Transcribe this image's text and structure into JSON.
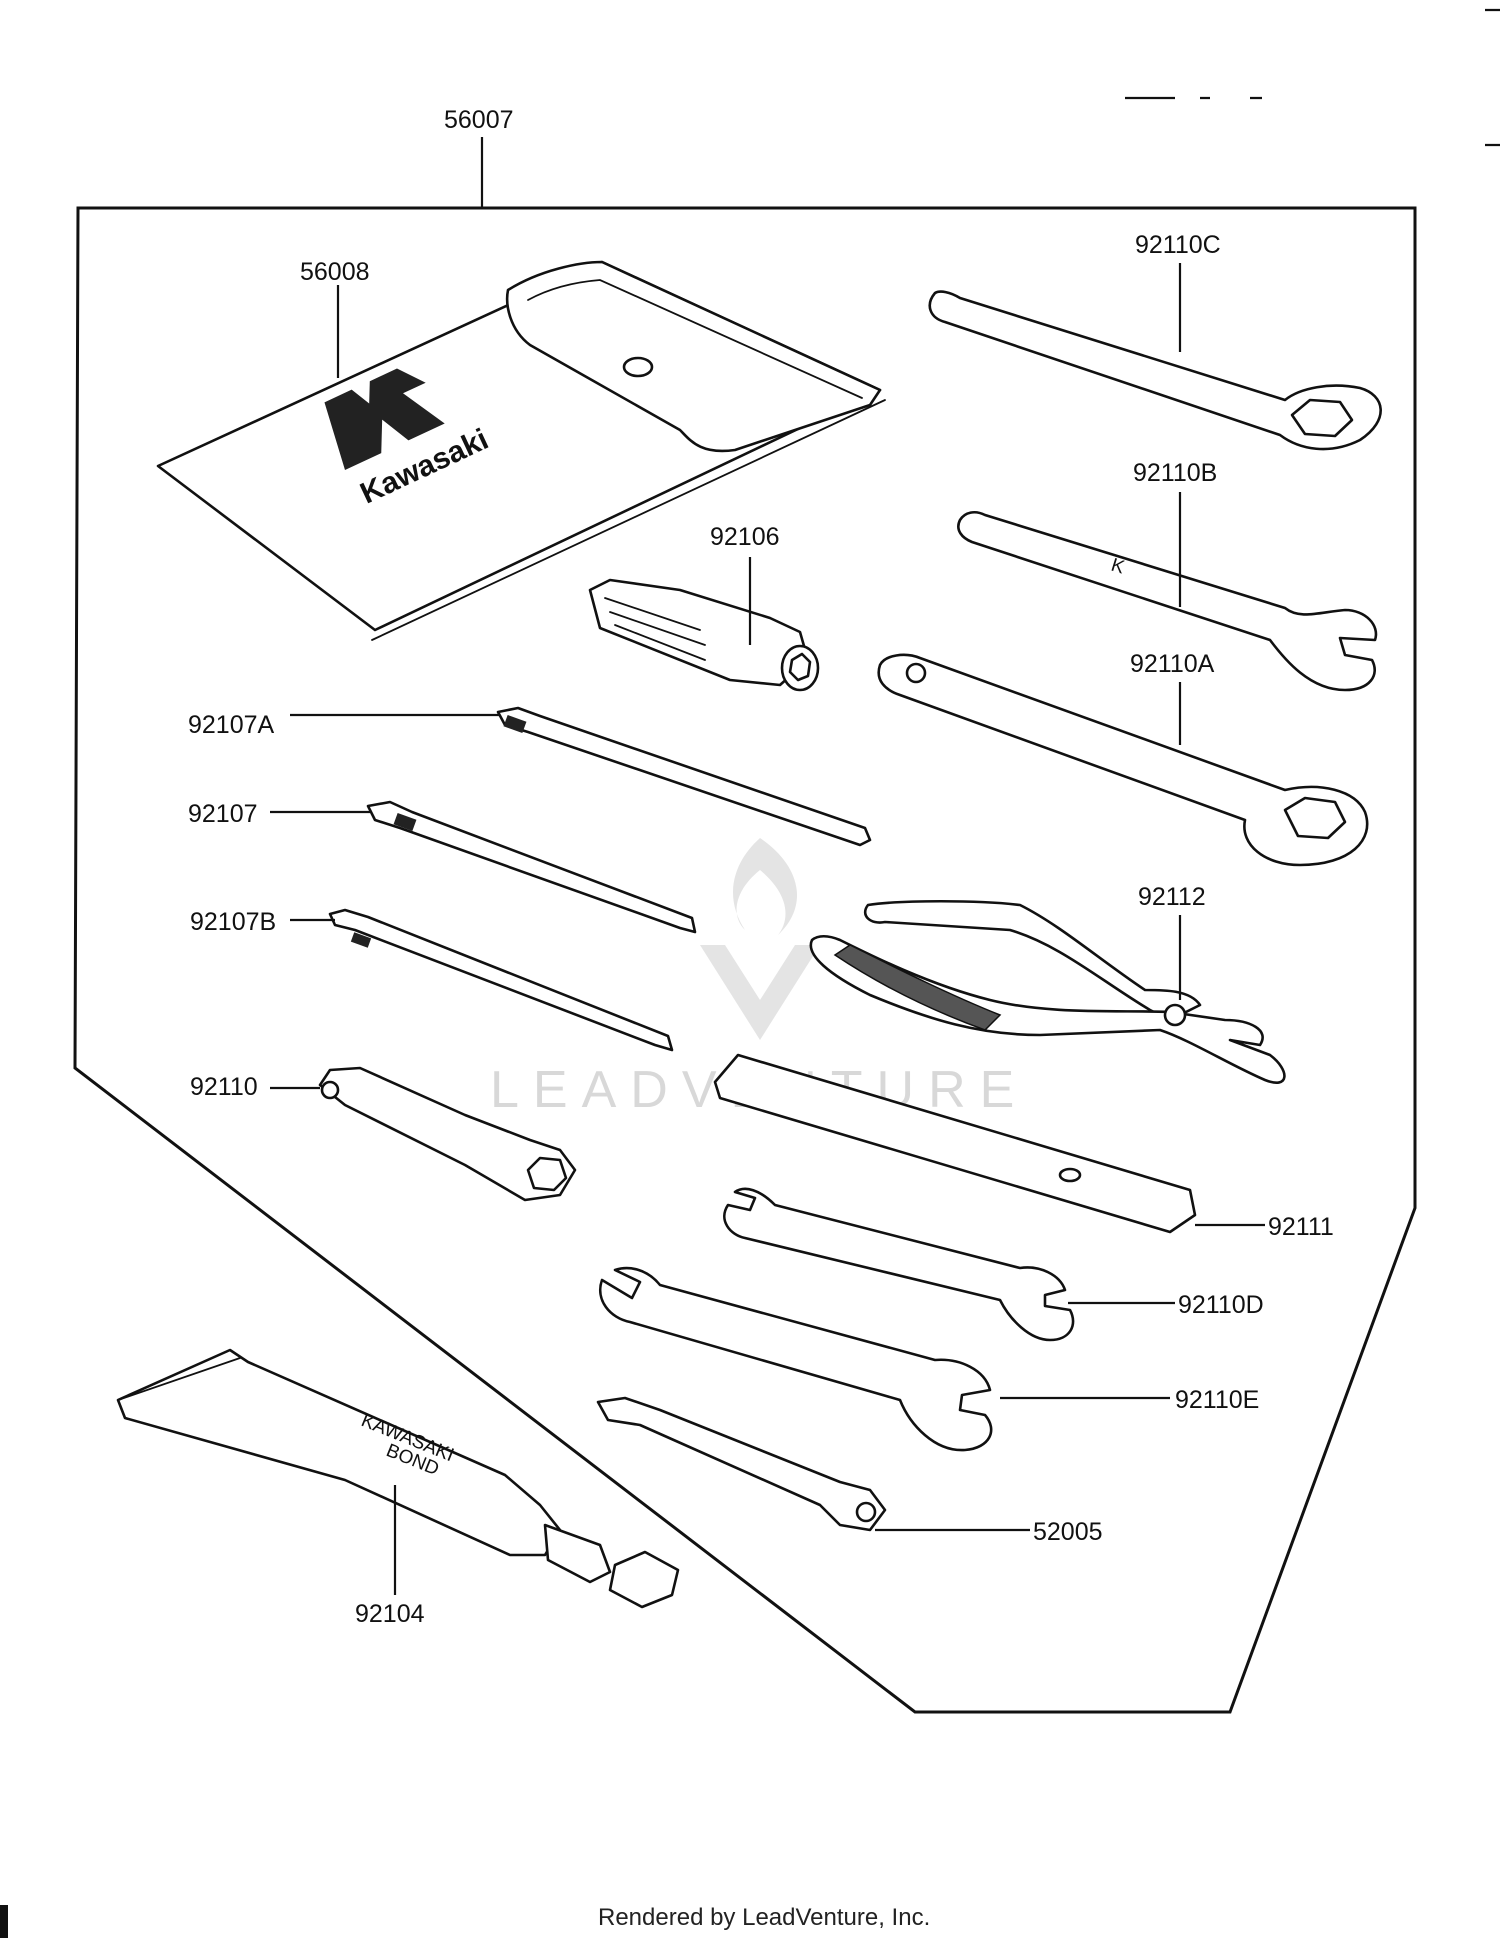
{
  "parts": {
    "p56007": "56007",
    "p56008": "56008",
    "p92110C": "92110C",
    "p92110B": "92110B",
    "p92106": "92106",
    "p92110A": "92110A",
    "p92107A": "92107A",
    "p92107": "92107",
    "p92107B": "92107B",
    "p92112": "92112",
    "p92110": "92110",
    "p92111": "92111",
    "p92110D": "92110D",
    "p92110E": "92110E",
    "p52005": "52005",
    "p92104": "92104"
  },
  "pouch_brand": "Kawasaki",
  "tube_text": {
    "line1": "KAWASAKI",
    "line2": "BOND"
  },
  "watermark": "LEADVENTURE",
  "footer": "Rendered by LeadVenture, Inc."
}
